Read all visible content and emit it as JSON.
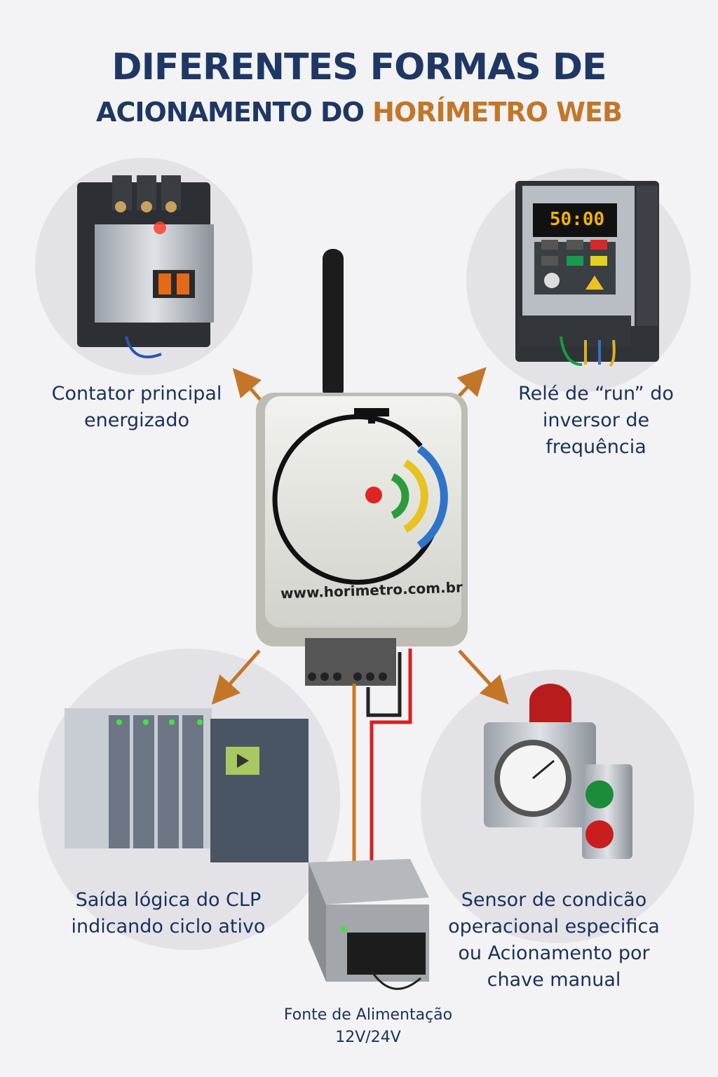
{
  "title": {
    "line1": "DIFERENTES FORMAS DE",
    "line2_prefix": "ACIONAMENTO DO",
    "line2_highlight": "HORÍMETRO WEB"
  },
  "colors": {
    "primary": "#1f3764",
    "accent": "#c37628",
    "background": "#f3f3f5"
  },
  "device": {
    "url": "www.horimetro.com.br"
  },
  "inverter": {
    "display": "50:00"
  },
  "captions": {
    "contactor": [
      "Contator principal",
      "energizado"
    ],
    "inverter": [
      "Relé de “run” do",
      "inversor de",
      "frequência"
    ],
    "plc": [
      "Saída lógica do CLP",
      "indicando ciclo ativo"
    ],
    "sensor": [
      "Sensor de condicão",
      "operacional especifica",
      "ou Acionamento por",
      "chave manual"
    ],
    "power_supply": [
      "Fonte de Alimentação",
      "12V/24V"
    ]
  }
}
